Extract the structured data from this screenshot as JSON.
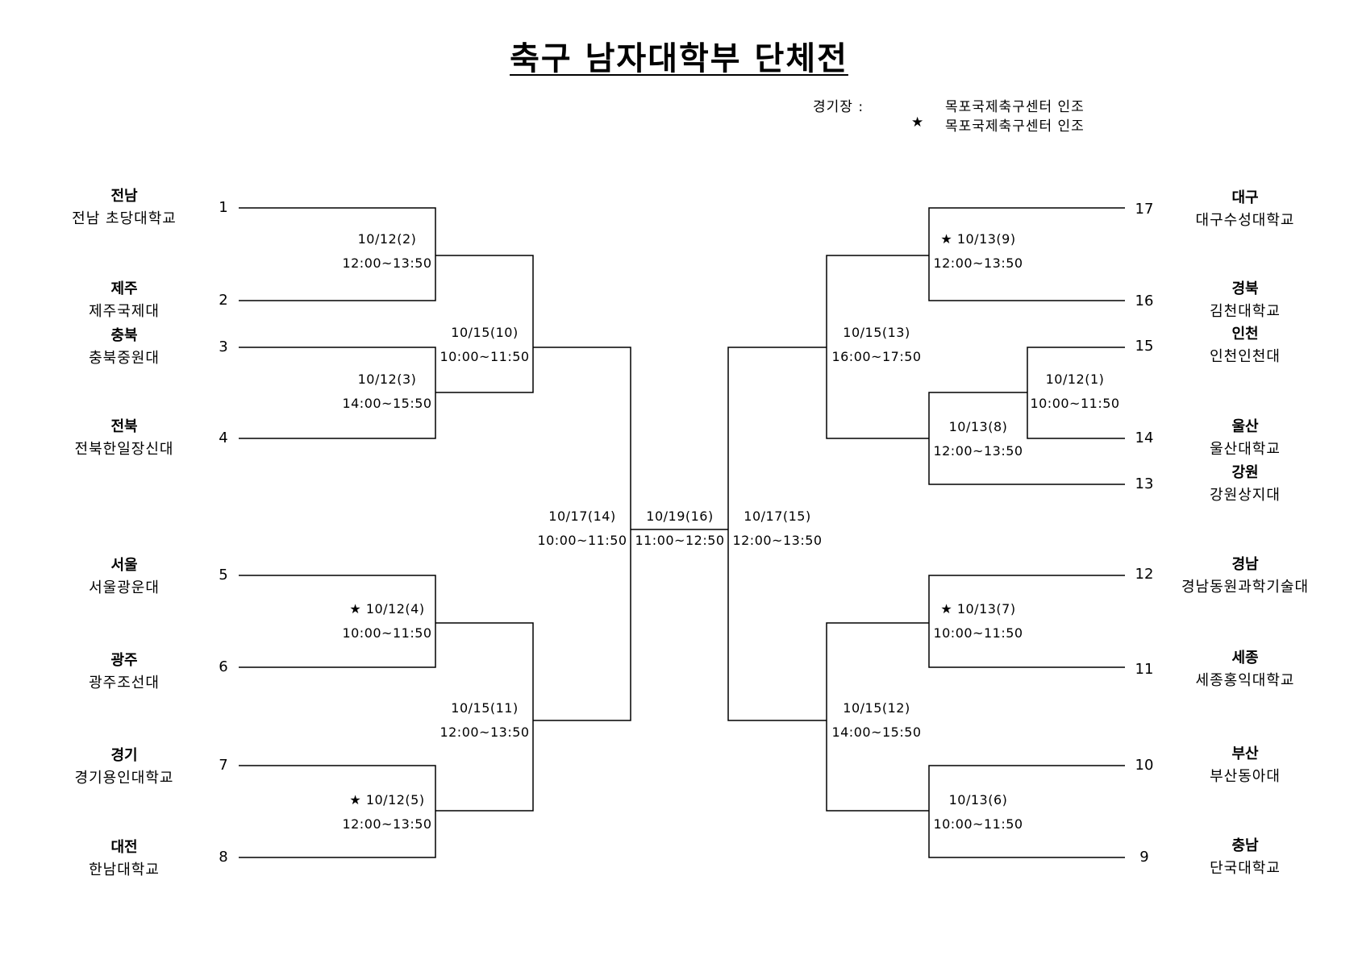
{
  "title": "축구 남자대학부 단체전",
  "venue": {
    "label": "경기장 :",
    "line1": "목포국제축구센터   인조",
    "star": "★",
    "line2": "목포국제축구센터 인조"
  },
  "teams_left": [
    {
      "num": "1",
      "region": "전남",
      "school": "전남  초당대학교"
    },
    {
      "num": "2",
      "region": "제주",
      "school": "제주국제대"
    },
    {
      "num": "3",
      "region": "충북",
      "school": "충북중원대"
    },
    {
      "num": "4",
      "region": "전북",
      "school": "전북한일장신대"
    },
    {
      "num": "5",
      "region": "서울",
      "school": "서울광운대"
    },
    {
      "num": "6",
      "region": "광주",
      "school": "광주조선대"
    },
    {
      "num": "7",
      "region": "경기",
      "school": "경기용인대학교"
    },
    {
      "num": "8",
      "region": "대전",
      "school": "한남대학교"
    }
  ],
  "teams_right": [
    {
      "num": "17",
      "region": "대구",
      "school": "대구수성대학교"
    },
    {
      "num": "16",
      "region": "경북",
      "school": "김천대학교"
    },
    {
      "num": "15",
      "region": "인천",
      "school": "인천인천대"
    },
    {
      "num": "14",
      "region": "울산",
      "school": "울산대학교"
    },
    {
      "num": "13",
      "region": "강원",
      "school": "강원상지대"
    },
    {
      "num": "12",
      "region": "경남",
      "school": "경남동원과학기술대"
    },
    {
      "num": "11",
      "region": "세종",
      "school": "세종홍익대학교"
    },
    {
      "num": "10",
      "region": "부산",
      "school": "부산동아대"
    },
    {
      "num": "9",
      "region": "충남",
      "school": "단국대학교"
    }
  ],
  "matches": {
    "m2": {
      "code": "10/12(2)",
      "time": "12:00~13:50"
    },
    "m3": {
      "code": "10/12(3)",
      "time": "14:00~15:50"
    },
    "m4": {
      "code": "★  10/12(4)",
      "time": "10:00~11:50"
    },
    "m5": {
      "code": "★  10/12(5)",
      "time": "12:00~13:50"
    },
    "m10": {
      "code": "10/15(10)",
      "time": "10:00~11:50"
    },
    "m11": {
      "code": "10/15(11)",
      "time": "12:00~13:50"
    },
    "m14": {
      "code": "10/17(14)",
      "time": "10:00~11:50"
    },
    "m16": {
      "code": "10/19(16)",
      "time": "11:00~12:50"
    },
    "m15": {
      "code": "10/17(15)",
      "time": "12:00~13:50"
    },
    "m13": {
      "code": "10/15(13)",
      "time": "16:00~17:50"
    },
    "m12": {
      "code": "10/15(12)",
      "time": "14:00~15:50"
    },
    "m9": {
      "code": "★  10/13(9)",
      "time": "12:00~13:50"
    },
    "m8": {
      "code": "10/13(8)",
      "time": "12:00~13:50"
    },
    "m1": {
      "code": "10/12(1)",
      "time": "10:00~11:50"
    },
    "m7": {
      "code": "★  10/13(7)",
      "time": "10:00~11:50"
    },
    "m6": {
      "code": "10/13(6)",
      "time": "10:00~11:50"
    }
  }
}
